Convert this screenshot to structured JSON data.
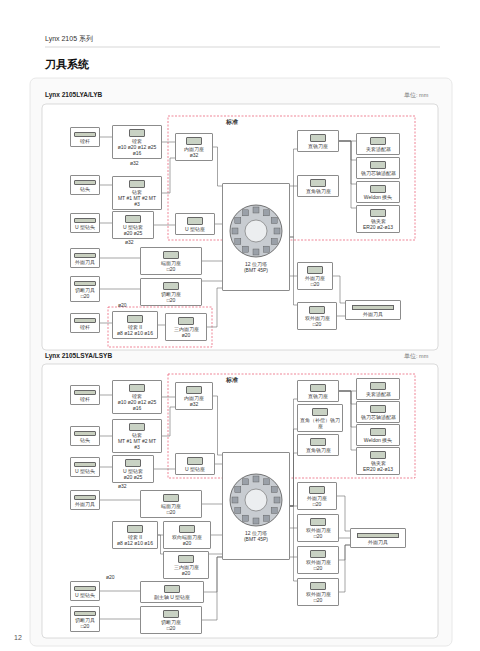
{
  "diagram": {
    "title": "刀具系统",
    "nodes": [
      {
        "text": [
          "镗杆"
        ]
      },
      {
        "text": [
          "镗套",
          "ø10 ø20 ø12 ø25 ø16"
        ]
      },
      {
        "text": [
          "内圆刀座",
          "ø32"
        ]
      },
      {
        "text": [
          "钻头"
        ]
      },
      {
        "text": [
          "钻套",
          "MT #1 MT #2 MT #3"
        ]
      },
      {
        "text": [
          "U 型钻头"
        ]
      },
      {
        "text": [
          "U 型钻套",
          "ø20 ø25"
        ]
      },
      {
        "text": [
          "U 型钻座"
        ]
      },
      {
        "text": [
          "外圆刀具"
        ]
      },
      {
        "text": [
          "端面刀座",
          "□20"
        ]
      },
      {
        "text": [
          "切断刀具",
          "□20"
        ]
      },
      {
        "text": [
          "切断刀座",
          "□20"
        ]
      },
      {
        "text": [
          "镗杆"
        ]
      },
      {
        "text": [
          "镗套 II",
          "ø8 ø12 ø10 ø16"
        ]
      },
      {
        "text": [
          "三内圆刀座",
          "ø20"
        ]
      },
      {
        "text": [
          "12 位刀塔",
          "(BMT 45P)"
        ]
      },
      {
        "text": [
          "直铣刀座"
        ]
      },
      {
        "text": [
          "直角铣刀座"
        ]
      },
      {
        "text": [
          "外圆刀座",
          "□20"
        ]
      },
      {
        "text": [
          "双外圆刀座",
          "□20"
        ]
      },
      {
        "text": [
          "夹套适配器"
        ]
      },
      {
        "text": [
          "铣刀芯轴适配器"
        ]
      },
      {
        "text": [
          "Weldon 接头"
        ]
      },
      {
        "text": [
          "铣夹套",
          "ER20 ø2-ø13"
        ]
      },
      {
        "text": [
          "外圆刀具"
        ]
      },
      {
        "text": [
          "镗杆"
        ]
      },
      {
        "text": [
          "镗套",
          "ø10 ø20 ø12 ø25 ø16"
        ]
      },
      {
        "text": [
          "内圆刀座",
          "ø32"
        ]
      },
      {
        "text": [
          "钻头"
        ]
      },
      {
        "text": [
          "钻套",
          "MT #1 MT #2 MT #3"
        ]
      },
      {
        "text": [
          "U 型钻头"
        ]
      },
      {
        "text": [
          "U 型钻套",
          "ø20 ø25"
        ]
      },
      {
        "text": [
          "U 型钻座"
        ]
      },
      {
        "text": [
          "外圆刀具"
        ]
      },
      {
        "text": [
          "端面刀座",
          "□20"
        ]
      },
      {
        "text": [
          "镗套 II",
          "ø8 ø12 ø10 ø16"
        ]
      },
      {
        "text": [
          "双向端面刀座",
          "ø20"
        ]
      },
      {
        "text": [
          "三内圆刀座",
          "ø20"
        ]
      },
      {
        "text": [
          "U 型钻头"
        ]
      },
      {
        "text": [
          "副主轴 U 型钻座"
        ]
      },
      {
        "text": [
          "切断刀具",
          "□20"
        ]
      },
      {
        "text": [
          "切断刀座",
          "□20"
        ]
      },
      {
        "text": [
          "12 位刀塔",
          "(BMT 45P)"
        ]
      },
      {
        "text": [
          "直铣刀座"
        ]
      },
      {
        "text": [
          "直角（补偿）铣刀座"
        ]
      },
      {
        "text": [
          "直角铣刀座"
        ]
      },
      {
        "text": [
          "外圆刀座",
          "□20"
        ]
      },
      {
        "text": [
          "双外圆刀座",
          "□20"
        ]
      },
      {
        "text": [
          "双外圆刀座",
          "□20"
        ]
      },
      {
        "text": [
          "双外圆刀座",
          "□20"
        ]
      },
      {
        "text": [
          "夹套适配器"
        ]
      },
      {
        "text": [
          "铣刀芯轴适配器"
        ]
      },
      {
        "text": [
          "Weldon 接头"
        ]
      },
      {
        "text": [
          "铣夹套",
          "ER20 ø2-ø13"
        ]
      },
      {
        "text": [
          "外圆刀具"
        ]
      }
    ],
    "edges": [
      {
        "from": 0,
        "to": 1,
        "arrow": "none"
      },
      {
        "from": 1,
        "to": 2,
        "arrow": "none"
      },
      {
        "from": 3,
        "to": 4,
        "arrow": "none"
      },
      {
        "from": 4,
        "to": 2,
        "arrow": "none"
      },
      {
        "from": 5,
        "to": 6,
        "arrow": "none"
      },
      {
        "from": 6,
        "to": 7,
        "arrow": "none"
      },
      {
        "from": 8,
        "to": 9,
        "arrow": "none"
      },
      {
        "from": 10,
        "to": 11,
        "arrow": "none"
      },
      {
        "from": 12,
        "to": 13,
        "arrow": "none"
      },
      {
        "from": 13,
        "to": 14,
        "arrow": "none"
      },
      {
        "from": 2,
        "to": 15,
        "arrow": "none"
      },
      {
        "from": 7,
        "to": 15,
        "arrow": "none"
      },
      {
        "from": 9,
        "to": 15,
        "arrow": "none"
      },
      {
        "from": 11,
        "to": 15,
        "arrow": "none"
      },
      {
        "from": 14,
        "to": 15,
        "arrow": "none"
      },
      {
        "from": 15,
        "to": 16,
        "arrow": "none"
      },
      {
        "from": 15,
        "to": 17,
        "arrow": "none"
      },
      {
        "from": 15,
        "to": 18,
        "arrow": "none"
      },
      {
        "from": 15,
        "to": 19,
        "arrow": "none"
      },
      {
        "from": 16,
        "to": 20,
        "arrow": "none"
      },
      {
        "from": 16,
        "to": 21,
        "arrow": "none"
      },
      {
        "from": 16,
        "to": 22,
        "arrow": "none"
      },
      {
        "from": 16,
        "to": 23,
        "arrow": "none"
      },
      {
        "from": 18,
        "to": 24,
        "arrow": "none"
      },
      {
        "from": 19,
        "to": 24,
        "arrow": "none"
      },
      {
        "from": 25,
        "to": 26,
        "arrow": "none"
      },
      {
        "from": 26,
        "to": 27,
        "arrow": "none"
      },
      {
        "from": 28,
        "to": 29,
        "arrow": "none"
      },
      {
        "from": 29,
        "to": 27,
        "arrow": "none"
      },
      {
        "from": 30,
        "to": 31,
        "arrow": "none"
      },
      {
        "from": 31,
        "to": 32,
        "arrow": "none"
      },
      {
        "from": 33,
        "to": 34,
        "arrow": "none"
      },
      {
        "from": 35,
        "to": 36,
        "arrow": "none"
      },
      {
        "from": 35,
        "to": 37,
        "arrow": "none"
      },
      {
        "from": 38,
        "to": 39,
        "arrow": "none"
      },
      {
        "from": 40,
        "to": 41,
        "arrow": "none"
      },
      {
        "from": 27,
        "to": 42,
        "arrow": "none"
      },
      {
        "from": 32,
        "to": 42,
        "arrow": "none"
      },
      {
        "from": 34,
        "to": 42,
        "arrow": "none"
      },
      {
        "from": 36,
        "to": 42,
        "arrow": "none"
      },
      {
        "from": 37,
        "to": 42,
        "arrow": "none"
      },
      {
        "from": 39,
        "to": 42,
        "arrow": "none"
      },
      {
        "from": 41,
        "to": 42,
        "arrow": "none"
      },
      {
        "from": 42,
        "to": 43,
        "arrow": "none"
      },
      {
        "from": 42,
        "to": 44,
        "arrow": "none"
      },
      {
        "from": 42,
        "to": 45,
        "arrow": "none"
      },
      {
        "from": 42,
        "to": 46,
        "arrow": "none"
      },
      {
        "from": 42,
        "to": 47,
        "arrow": "none"
      },
      {
        "from": 42,
        "to": 48,
        "arrow": "none"
      },
      {
        "from": 42,
        "to": 49,
        "arrow": "none"
      },
      {
        "from": 43,
        "to": 50,
        "arrow": "none"
      },
      {
        "from": 43,
        "to": 51,
        "arrow": "none"
      },
      {
        "from": 43,
        "to": 52,
        "arrow": "none"
      },
      {
        "from": 43,
        "to": 53,
        "arrow": "none"
      },
      {
        "from": 46,
        "to": 54,
        "arrow": "none"
      },
      {
        "from": 47,
        "to": 54,
        "arrow": "none"
      },
      {
        "from": 48,
        "to": 54,
        "arrow": "none"
      },
      {
        "from": 49,
        "to": 54,
        "arrow": "none"
      }
    ],
    "labels": [
      "Lynx 2105 系列",
      "Lynx 2105LYA/LYB",
      "单位: mm",
      "标准",
      "ø32",
      "ø32",
      "ø20",
      "Lynx 2105LSYA/LSYB",
      "单位: mm",
      "标准",
      "ø32",
      "ø20",
      "12"
    ]
  }
}
